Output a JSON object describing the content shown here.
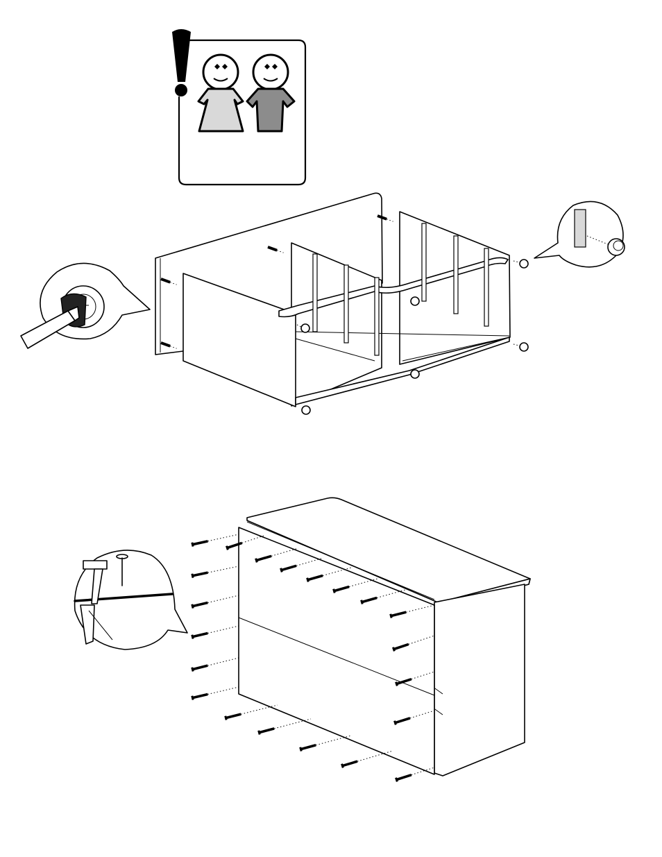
{
  "figure": {
    "type": "assembly-instruction-diagram",
    "steps": [
      {
        "id": "warning",
        "icons": [
          "exclamation-icon",
          "person-light-icon",
          "person-dark-icon"
        ],
        "colors": {
          "person_light": "#d9d9d9",
          "person_dark": "#8c8c8c"
        }
      },
      {
        "id": "carcass-assembly",
        "icons": [
          "screwdriver-detail-icon",
          "plastic-glide-detail-icon"
        ],
        "parts_shown": {
          "cam_bolts": 4,
          "glides": 6
        }
      },
      {
        "id": "back-panel-nailing",
        "icons": [
          "hammer-nail-detail-icon"
        ],
        "parts_shown": {
          "nails": 21
        }
      }
    ]
  }
}
